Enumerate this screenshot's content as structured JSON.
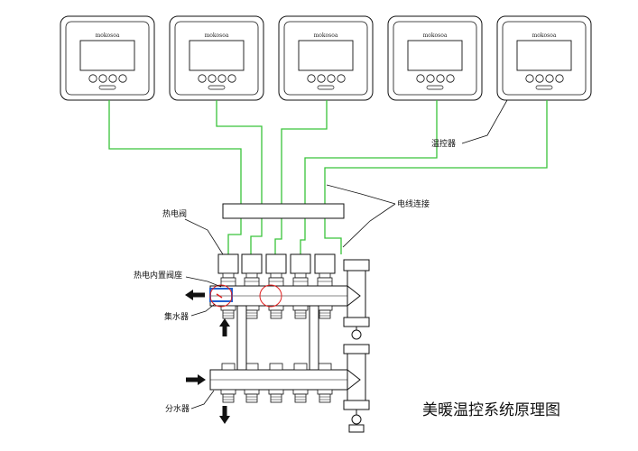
{
  "diagram": {
    "title": "美暖温控系统原理图",
    "thermostat_brand": "mokosoa",
    "thermostat_count": 5,
    "valve_count": 5,
    "labels": {
      "thermostat": "温控器",
      "wire_connection": "电线连接",
      "thermo_valve": "热电阀",
      "valve_seat": "热电内置阀座",
      "collector": "集水器",
      "distributor": "分水器"
    },
    "colors": {
      "wire": "#39c43a",
      "line": "#111111",
      "arrow": "#111111",
      "highlight": "#e02020",
      "seat_blue": "#2060d0"
    }
  }
}
